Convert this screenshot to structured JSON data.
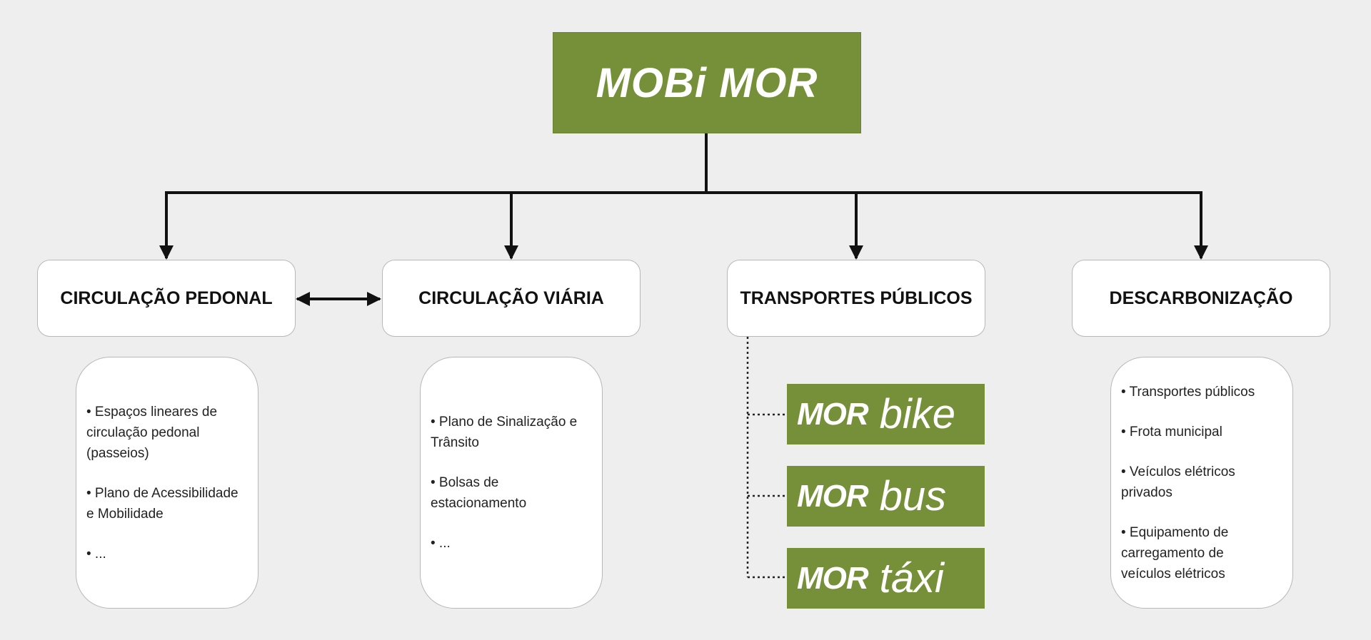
{
  "root": {
    "label": "MOBi MOR"
  },
  "categories": [
    {
      "title": "CIRCULAÇÃO PEDONAL"
    },
    {
      "title": "CIRCULAÇÃO VIÁRIA"
    },
    {
      "title": "TRANSPORTES PÚBLICOS"
    },
    {
      "title": "DESCARBONIZAÇÃO"
    }
  ],
  "lists": [
    {
      "items": [
        "• Espaços lineares de circulação pedonal (passeios)",
        "• Plano de Acessibilidade e Mobilidade",
        "• ..."
      ]
    },
    {
      "items": [
        "• Plano de Sinalização e Trânsito",
        "• Bolsas de estacionamento",
        "• ..."
      ]
    },
    {
      "items": [
        "• Transportes públicos",
        "• Frota municipal",
        "• Veículos elétricos privados",
        "• Equipamento de carregamento de veículos elétricos"
      ]
    }
  ],
  "services": [
    {
      "brand": "MOR",
      "name": "bike"
    },
    {
      "brand": "MOR",
      "name": "bus"
    },
    {
      "brand": "MOR",
      "name": "táxi"
    }
  ],
  "colors": {
    "brand_green": "#76903a",
    "background": "#eeeeee",
    "connector": "#111111"
  }
}
